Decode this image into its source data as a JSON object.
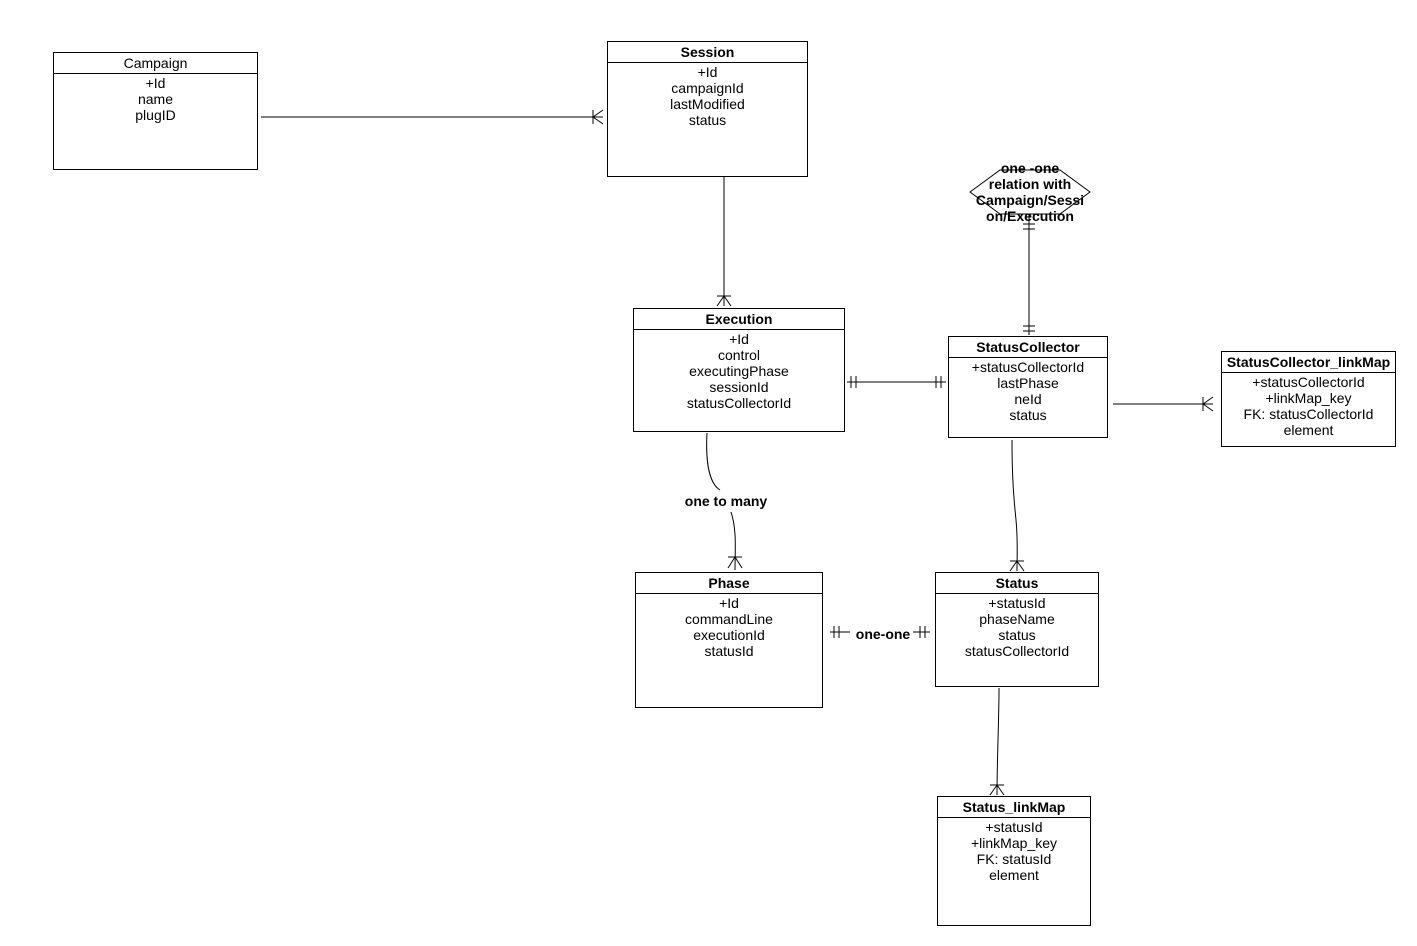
{
  "entities": {
    "campaign": {
      "title": "Campaign",
      "fields": [
        "+Id",
        "name",
        "plugID"
      ]
    },
    "session": {
      "title": "Session",
      "fields": [
        "+Id",
        "campaignId",
        "lastModified",
        "status"
      ]
    },
    "execution": {
      "title": "Execution",
      "fields": [
        "+Id",
        "control",
        "executingPhase",
        "sessionId",
        "statusCollectorId"
      ]
    },
    "statusCollector": {
      "title": "StatusCollector",
      "fields": [
        "+statusCollectorId",
        "lastPhase",
        "neId",
        "status"
      ]
    },
    "statusCollectorLinkMap": {
      "title": "StatusCollector_linkMap",
      "fields": [
        "+statusCollectorId",
        "+linkMap_key",
        "FK: statusCollectorId",
        "element"
      ]
    },
    "phase": {
      "title": "Phase",
      "fields": [
        "+Id",
        "commandLine",
        "executionId",
        "statusId"
      ]
    },
    "status": {
      "title": "Status",
      "fields": [
        "+statusId",
        "phaseName",
        "status",
        "statusCollectorId"
      ]
    },
    "statusLinkMap": {
      "title": "Status_linkMap",
      "fields": [
        "+statusId",
        "+linkMap_key",
        "FK: statusId",
        "element"
      ]
    }
  },
  "labels": {
    "one_to_many": "one to many",
    "one_one": "one-one",
    "note_lines": [
      "one -one",
      "relation with",
      "Campaign/Sessi",
      "on/Execution"
    ]
  }
}
